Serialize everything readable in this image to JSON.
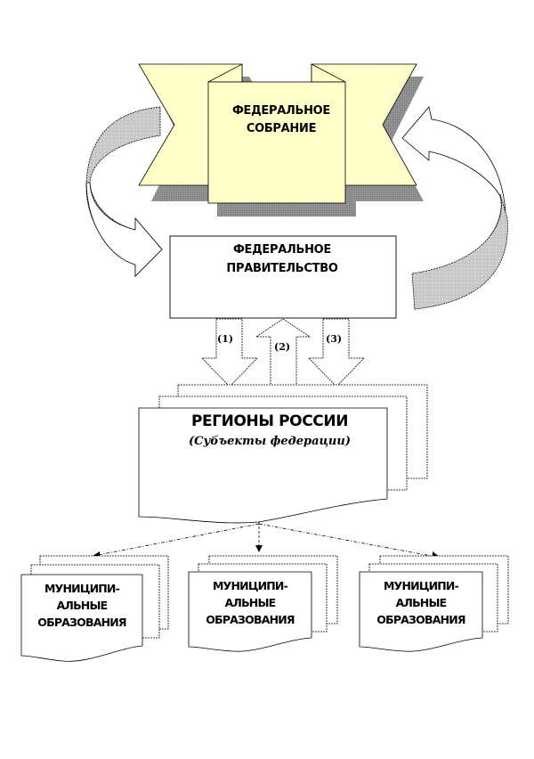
{
  "diagram": {
    "federal_assembly": {
      "label_line1": "ФЕДЕРАЛЬНОЕ",
      "label_line2": "СОБРАНИЕ"
    },
    "federal_government": {
      "label_line1": "ФЕДЕРАЛЬНОЕ",
      "label_line2": "ПРАВИТЕЛЬСТВО"
    },
    "arrows": [
      {
        "label": "(1)",
        "direction": "down"
      },
      {
        "label": "(2)",
        "direction": "up"
      },
      {
        "label": "(3)",
        "direction": "down"
      }
    ],
    "regions": {
      "title": "РЕГИОНЫ РОССИИ",
      "subtitle": "(Субъекты федерации)"
    },
    "municipalities": [
      {
        "line1": "МУНИЦИПИ-",
        "line2": "АЛЬНЫЕ",
        "line3": "ОБРАЗОВАНИЯ"
      },
      {
        "line1": "МУНИЦИПИ-",
        "line2": "АЛЬНЫЕ",
        "line3": "ОБРАЗОВАНИЯ"
      },
      {
        "line1": "МУНИЦИПИ-",
        "line2": "АЛЬНЫЕ",
        "line3": "ОБРАЗОВАНИЯ"
      }
    ],
    "colors": {
      "assembly_fill": "#ffffc8",
      "shadow": "#8c8c8c",
      "curved_arrow_back": "#c8c8c8"
    }
  }
}
